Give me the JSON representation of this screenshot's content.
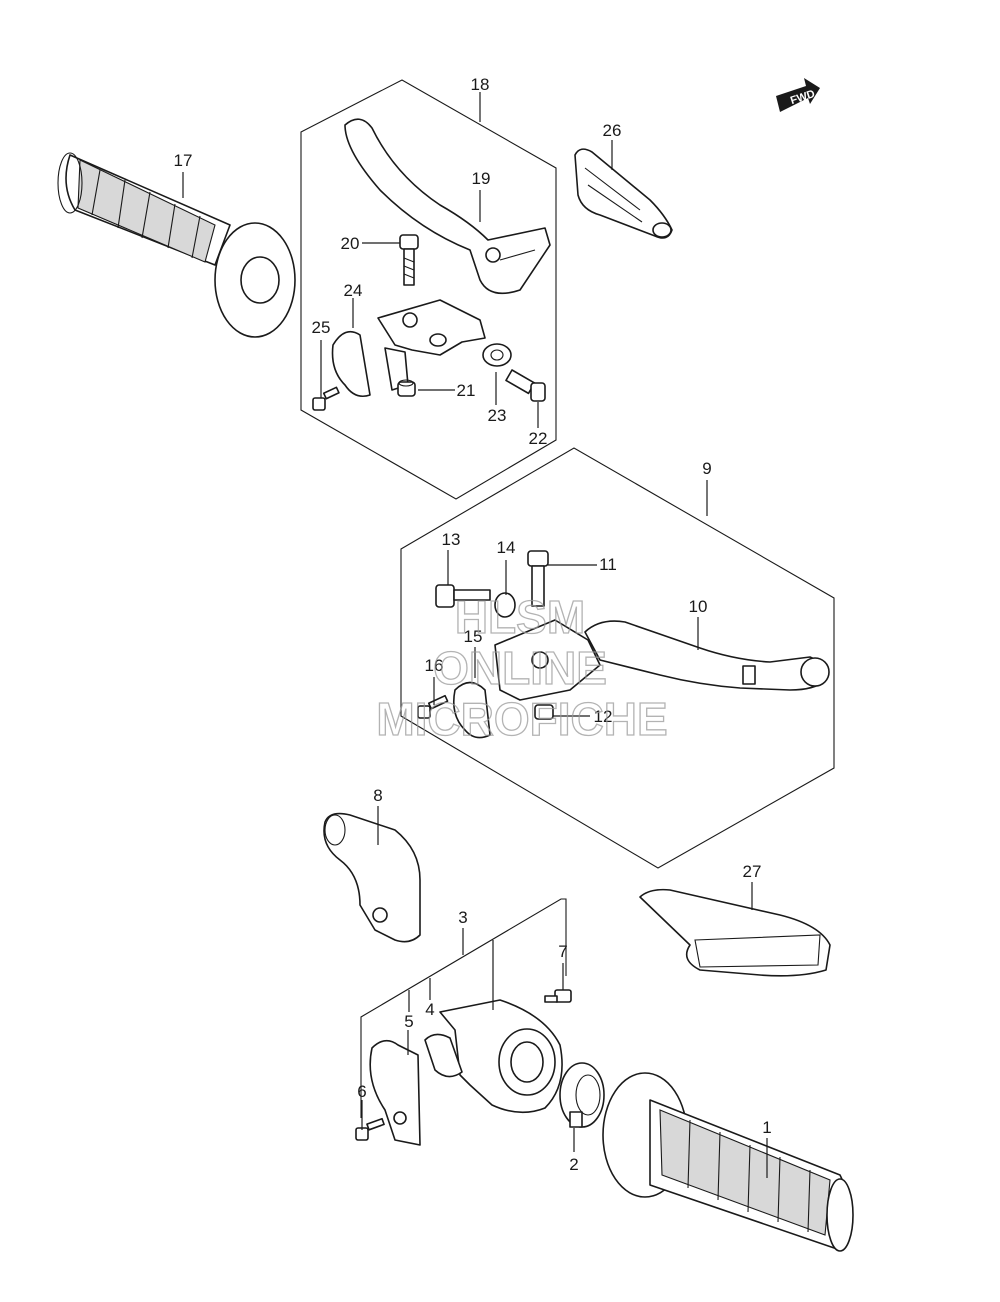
{
  "direction_badge": "FWD",
  "callouts": {
    "p1": "1",
    "p2": "2",
    "p3": "3",
    "p4": "4",
    "p5": "5",
    "p6": "6",
    "p7": "7",
    "p8": "8",
    "p9": "9",
    "p10": "10",
    "p11": "11",
    "p12": "12",
    "p13": "13",
    "p14": "14",
    "p15": "15",
    "p16": "16",
    "p17": "17",
    "p18": "18",
    "p19": "19",
    "p20": "20",
    "p21": "21",
    "p22": "22",
    "p23": "23",
    "p24": "24",
    "p25": "25",
    "p26": "26",
    "p27": "27"
  },
  "watermark": {
    "line1": "HLSM",
    "line2": "ONLINE",
    "line3": "MICROFICHE"
  }
}
